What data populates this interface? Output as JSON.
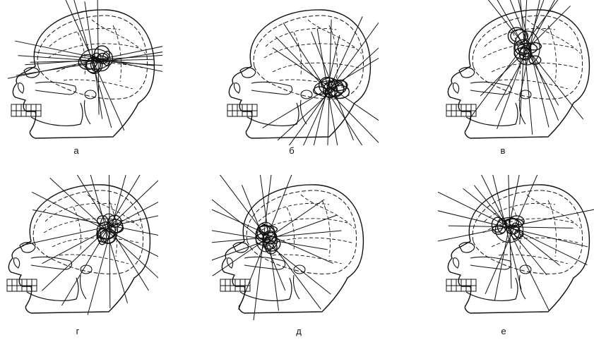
{
  "figure": {
    "panels": [
      {
        "id": "a",
        "label": "а",
        "focus": "temporal-anterior"
      },
      {
        "id": "b",
        "label": "б",
        "focus": "occipital-inferior"
      },
      {
        "id": "c",
        "label": "в",
        "focus": "parietal-superior"
      },
      {
        "id": "d",
        "label": "г",
        "focus": "parietal-posterior"
      },
      {
        "id": "e",
        "label": "д",
        "focus": "frontal"
      },
      {
        "id": "f",
        "label": "е",
        "focus": "temporal-frontal"
      }
    ],
    "colors": {
      "stroke": "#111111",
      "background": "#ffffff"
    }
  }
}
